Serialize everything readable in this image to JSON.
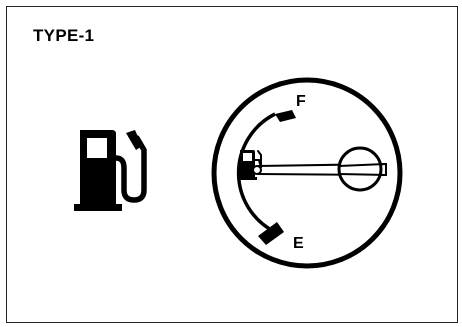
{
  "title": "TYPE-1",
  "gauge": {
    "full_label": "F",
    "empty_label": "E"
  },
  "icons": {
    "fuel_pump": "fuel-pump-icon",
    "gauge_fuel_pump": "fuel-pump-icon"
  },
  "colors": {
    "ink": "#000000",
    "background": "#ffffff"
  }
}
